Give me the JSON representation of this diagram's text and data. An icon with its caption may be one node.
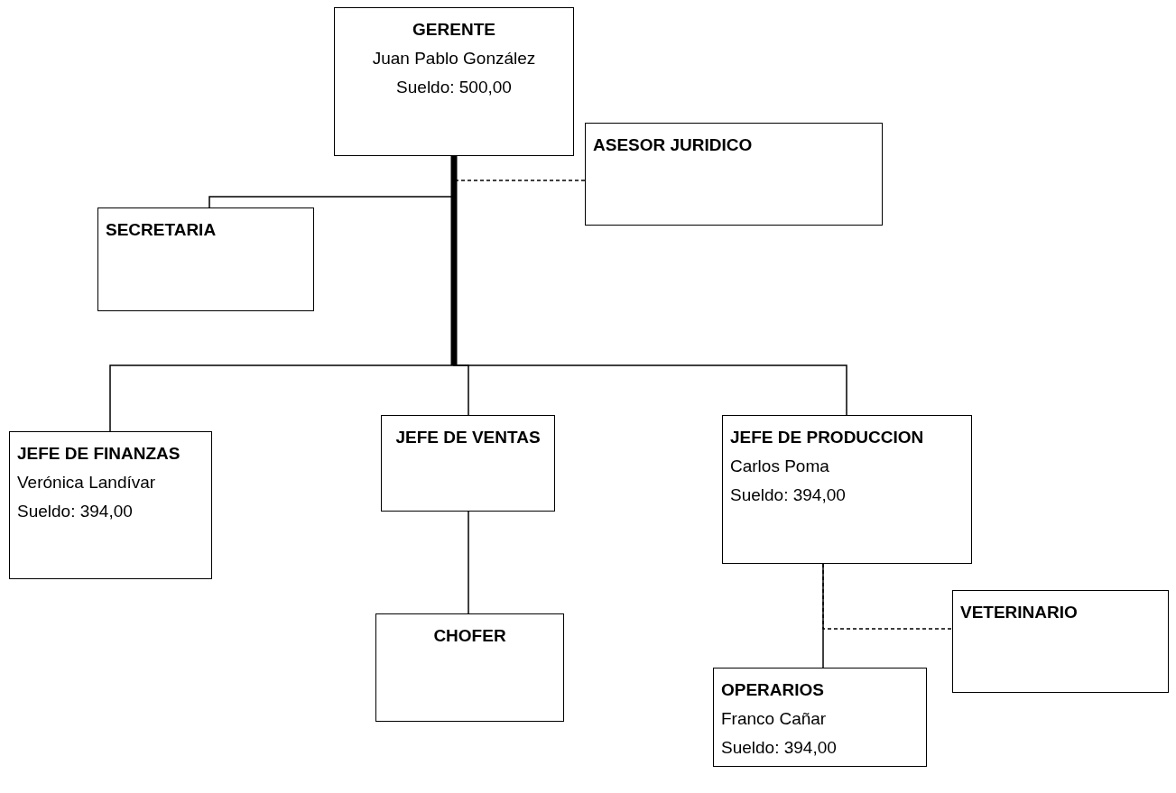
{
  "diagram": {
    "nodes": [
      {
        "text": [
          "GERENTE",
          "Juan Pablo González",
          "Sueldo: 500,00"
        ]
      },
      {
        "text": [
          "ASESOR JURIDICO"
        ]
      },
      {
        "text": [
          "SECRETARIA"
        ]
      },
      {
        "text": [
          "JEFE DE FINANZAS",
          "Verónica Landívar",
          "Sueldo: 394,00"
        ]
      },
      {
        "text": [
          "JEFE DE VENTAS"
        ]
      },
      {
        "text": [
          "JEFE DE PRODUCCION",
          "Carlos Poma",
          "Sueldo: 394,00"
        ]
      },
      {
        "text": [
          "CHOFER"
        ]
      },
      {
        "text": [
          "VETERINARIO"
        ]
      },
      {
        "text": [
          "OPERARIOS",
          "Franco Cañar",
          "Sueldo: 394,00"
        ]
      }
    ],
    "edges": [
      {
        "from": 0,
        "to": 2,
        "arrow": "none"
      },
      {
        "from": 0,
        "to": 1,
        "arrow": "none",
        "style": "dashed"
      },
      {
        "from": 0,
        "to": 3,
        "arrow": "none"
      },
      {
        "from": 0,
        "to": 4,
        "arrow": "none"
      },
      {
        "from": 0,
        "to": 5,
        "arrow": "none"
      },
      {
        "from": 4,
        "to": 6,
        "arrow": "none"
      },
      {
        "from": 5,
        "to": 8,
        "arrow": "none"
      },
      {
        "from": 5,
        "to": 7,
        "arrow": "none",
        "style": "dashed"
      }
    ]
  }
}
